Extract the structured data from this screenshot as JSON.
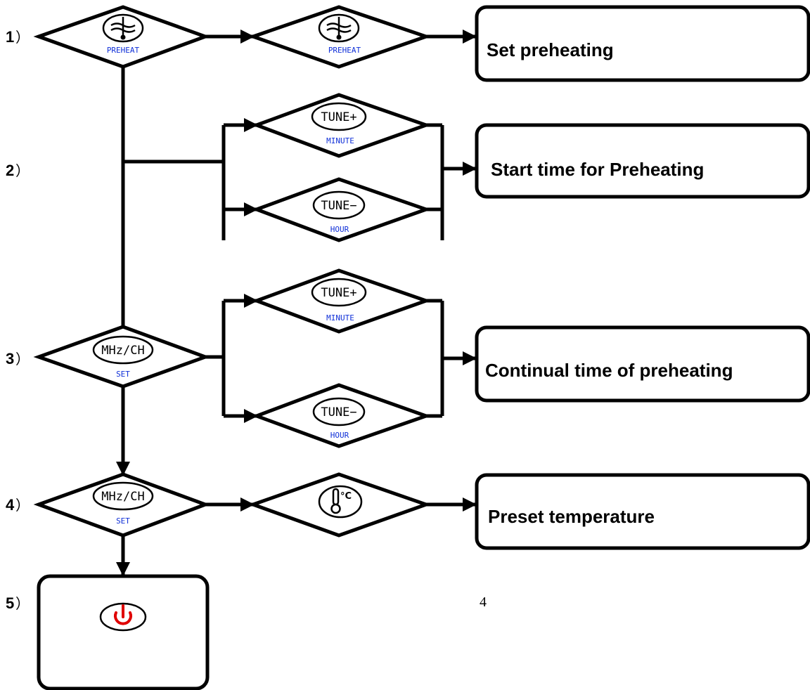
{
  "steps": [
    {
      "num": "1",
      "paren": "）"
    },
    {
      "num": "2",
      "paren": "）"
    },
    {
      "num": "3",
      "paren": "）"
    },
    {
      "num": "4",
      "paren": "）"
    },
    {
      "num": "5",
      "paren": "）"
    }
  ],
  "buttons": {
    "preheat": {
      "sub": "PREHEAT",
      "icon": "preheat-icon"
    },
    "tune_plus": {
      "label": "TUNE+",
      "sub": "MINUTE"
    },
    "tune_minus": {
      "label": "TUNE−",
      "sub": "HOUR"
    },
    "mhz_ch_3": {
      "label": "MHz/CH",
      "sub": "SET"
    },
    "mhz_ch_4": {
      "label": "MHz/CH",
      "sub": "SET"
    },
    "thermo": {
      "icon": "thermometer-celsius-icon",
      "unit": "°C"
    },
    "power": {
      "icon": "power-icon",
      "color": "#e00000"
    }
  },
  "results": {
    "step1": "Set preheating",
    "step2": "Start time for Preheating",
    "step3": "Continual time of preheating",
    "step4": "Preset temperature"
  },
  "page_number": "4",
  "colors": {
    "line": "#000000",
    "sub_label": "#1030d8",
    "power": "#e00000"
  }
}
